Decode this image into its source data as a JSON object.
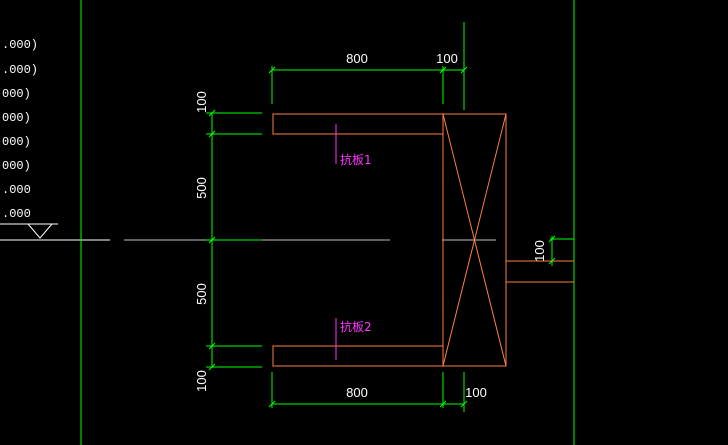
{
  "colors": {
    "background": "#000000",
    "dimension": "#00ff00",
    "geometry": "#ff8040",
    "text": "#ffffff",
    "label": "#ff33ff",
    "axis": "#c0c0c0"
  },
  "elevations": [
    ".000)",
    ".000)",
    "000)",
    "000)",
    "000)",
    "000)",
    ".000",
    ".000"
  ],
  "dims": {
    "top_left_width": "800",
    "top_right_width": "100",
    "bottom_left_width": "800",
    "bottom_right_width": "100",
    "left_upper_small": "100",
    "left_upper_large": "500",
    "left_lower_large": "500",
    "left_lower_small": "100",
    "right_small": "100"
  },
  "labels": {
    "slab1": "抗板1",
    "slab2": "抗板2"
  }
}
